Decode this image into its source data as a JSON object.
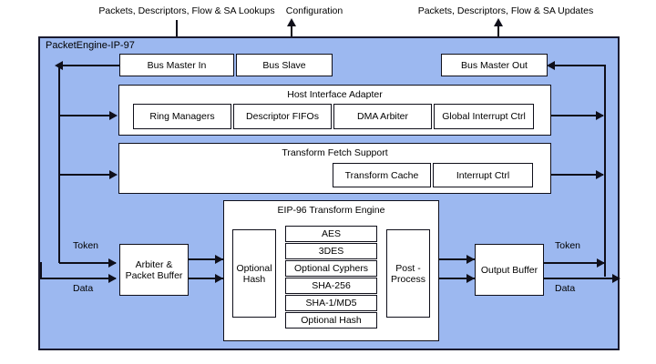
{
  "diagram": {
    "title": "PacketEngine-IP-97",
    "colors": {
      "chip_fill": "#9cb8f0",
      "line": "#0f0f1a",
      "box_fill": "#ffffff"
    },
    "external_labels": {
      "left": "Packets, Descriptors, Flow & SA Lookups",
      "center": "Configuration",
      "right": "Packets, Descriptors, Flow & SA Updates"
    },
    "bus_row": {
      "bus_master_in": "Bus Master In",
      "bus_slave": "Bus Slave",
      "bus_master_out": "Bus Master Out"
    },
    "host_interface_adapter": {
      "title": "Host Interface Adapter",
      "blocks": [
        "Ring Managers",
        "Descriptor FIFOs",
        "DMA Arbiter",
        "Global Interrupt Ctrl"
      ]
    },
    "transform_fetch_support": {
      "title": "Transform Fetch Support",
      "blocks": [
        "Transform Cache",
        "Interrupt Ctrl"
      ]
    },
    "transform_engine": {
      "title": "EIP-96 Transform Engine",
      "input_stage": "Optional Hash",
      "output_stage": "Post - Process",
      "pipeline": [
        "AES",
        "3DES",
        "Optional Cyphers",
        "SHA-256",
        "SHA-1/MD5",
        "Optional Hash"
      ]
    },
    "datapath": {
      "arbiter": "Arbiter & Packet Buffer",
      "output_buffer": "Output Buffer",
      "input_token": "Token",
      "input_data": "Data",
      "output_token": "Token",
      "output_data": "Data"
    }
  }
}
